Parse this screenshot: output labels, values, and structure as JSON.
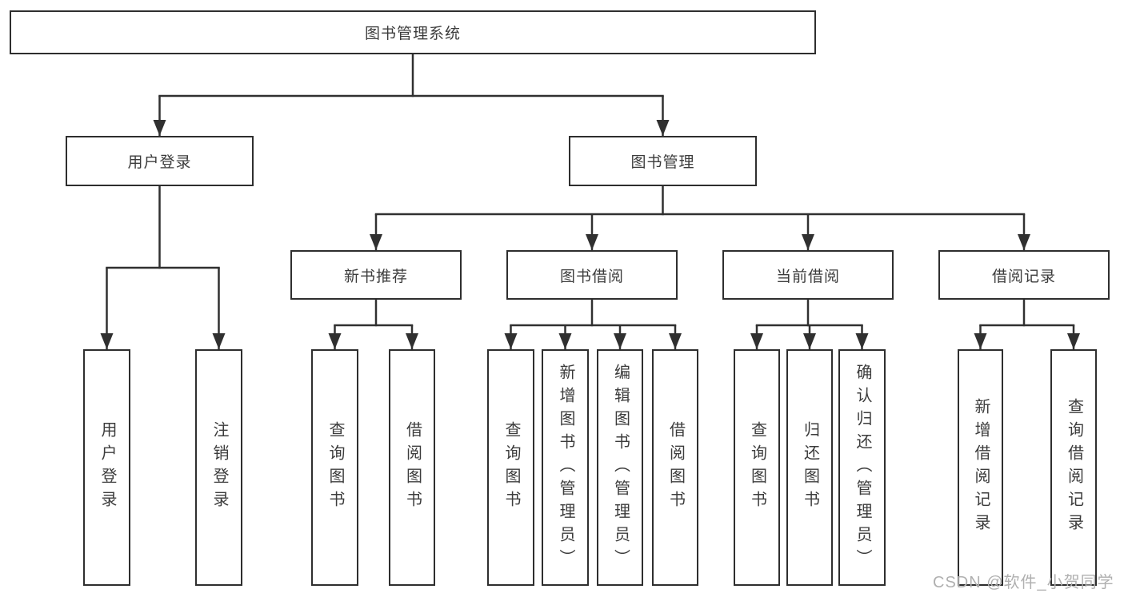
{
  "tree": {
    "root": {
      "label": "图书管理系统"
    },
    "children": [
      {
        "label": "用户登录",
        "children": [
          {
            "label": "用户登录"
          },
          {
            "label": "注销登录"
          }
        ]
      },
      {
        "label": "图书管理",
        "children": [
          {
            "label": "新书推荐",
            "children": [
              {
                "label": "查询图书"
              },
              {
                "label": "借阅图书"
              }
            ]
          },
          {
            "label": "图书借阅",
            "children": [
              {
                "label": "查询图书"
              },
              {
                "label": "新增图书（管理员）"
              },
              {
                "label": "编辑图书（管理员）"
              },
              {
                "label": "借阅图书"
              }
            ]
          },
          {
            "label": "当前借阅",
            "children": [
              {
                "label": "查询图书"
              },
              {
                "label": "归还图书"
              },
              {
                "label": "确认归还（管理员）"
              }
            ]
          },
          {
            "label": "借阅记录",
            "children": [
              {
                "label": "新增借阅记录"
              },
              {
                "label": "查询借阅记录"
              }
            ]
          }
        ]
      }
    ]
  },
  "watermark": {
    "text": "CSDN @软件_小贺同学"
  },
  "colors": {
    "line": "#303030",
    "box_border": "#2e2e2e",
    "text": "#3c3c3c",
    "background": "#ffffff",
    "watermark": "#b0b0b0"
  }
}
